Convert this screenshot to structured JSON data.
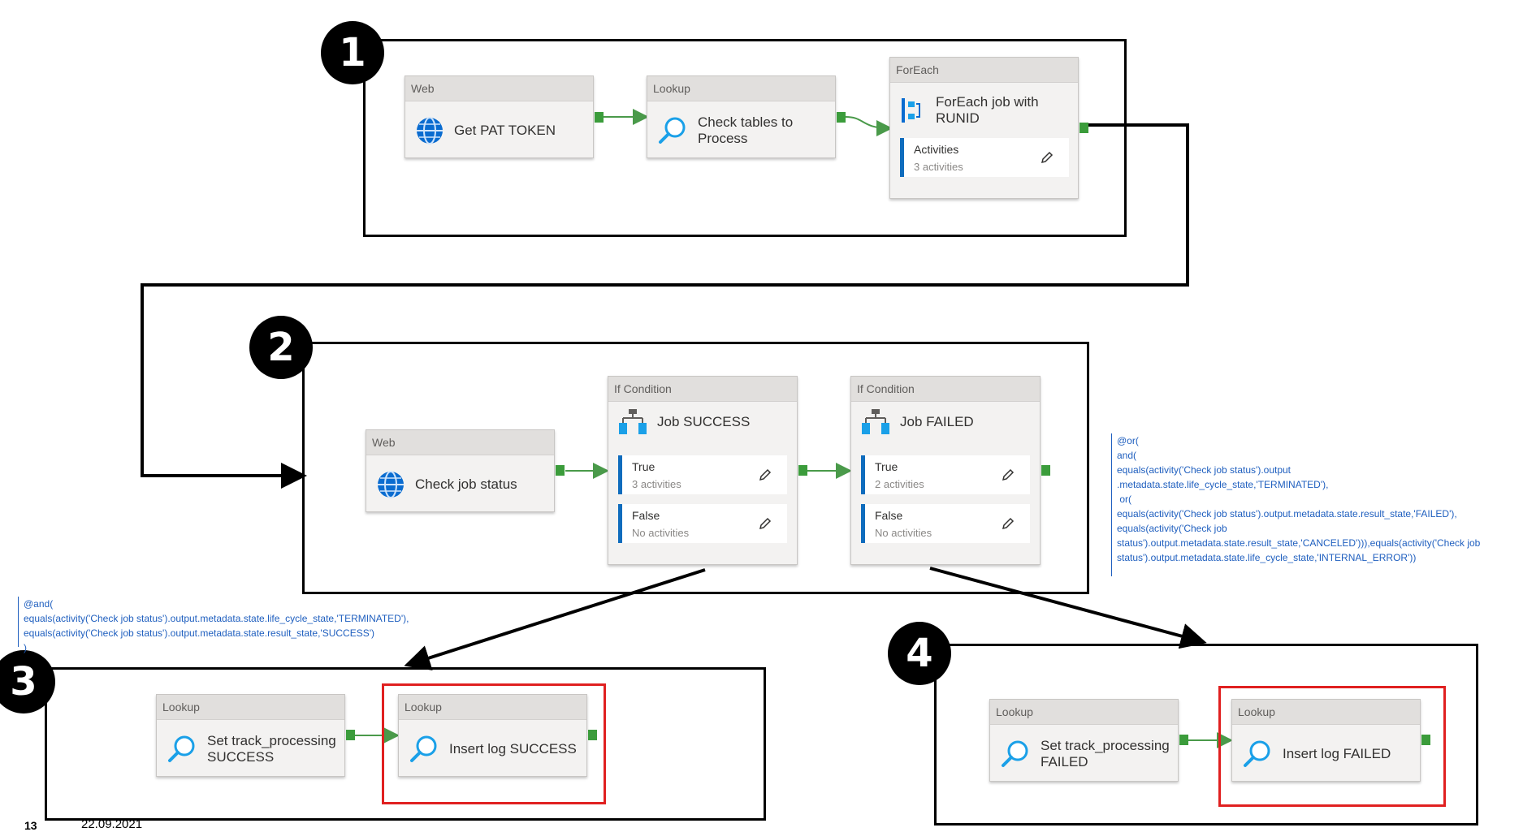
{
  "badges": {
    "b1": "1",
    "b2": "2",
    "b3": "3",
    "b4": "4"
  },
  "section1": {
    "web": {
      "type": "Web",
      "name": "Get PAT TOKEN"
    },
    "lookup": {
      "type": "Lookup",
      "name": "Check tables to Process"
    },
    "foreach": {
      "type": "ForEach",
      "name": "ForEach job with RUNID",
      "sub_label": "Activities",
      "sub_count": "3 activities"
    }
  },
  "section2": {
    "web": {
      "type": "Web",
      "name": "Check job status"
    },
    "if_success": {
      "type": "If Condition",
      "name": "Job SUCCESS",
      "true_label": "True",
      "true_count": "3 activities",
      "false_label": "False",
      "false_count": "No activities"
    },
    "if_failed": {
      "type": "If Condition",
      "name": "Job FAILED",
      "true_label": "True",
      "true_count": "2 activities",
      "false_label": "False",
      "false_count": "No activities"
    }
  },
  "section3": {
    "set_track": {
      "type": "Lookup",
      "name": "Set track_processing SUCCESS"
    },
    "insert_log": {
      "type": "Lookup",
      "name": "Insert log SUCCESS"
    }
  },
  "section4": {
    "set_track": {
      "type": "Lookup",
      "name": "Set track_processing FAILED"
    },
    "insert_log": {
      "type": "Lookup",
      "name": "Insert log FAILED"
    }
  },
  "expressions": {
    "failed_expr": "@or(\nand(\nequals(activity('Check job status').output\n.metadata.state.life_cycle_state,'TERMINATED'),\n or(\nequals(activity('Check job status').output.metadata.state.result_state,'FAILED'),\nequals(activity('Check job\nstatus').output.metadata.state.result_state,'CANCELED'))),equals(activity('Check job\nstatus').output.metadata.state.life_cycle_state,'INTERNAL_ERROR'))",
    "success_expr": "@and(\nequals(activity('Check job status').output.metadata.state.life_cycle_state,'TERMINATED'),\nequals(activity('Check job status').output.metadata.state.result_state,'SUCCESS')\n)"
  },
  "footer": {
    "page_number": "13",
    "date": "22.09.2021"
  },
  "colors": {
    "port": "#3b9c3b",
    "link": "#4a9a4a",
    "highlight": "#e02020",
    "accent": "#0f6cbd",
    "expression": "#1f5fbf"
  },
  "icons": [
    "globe-icon",
    "magnifier-icon",
    "foreach-icon",
    "if-condition-icon",
    "pencil-icon"
  ]
}
